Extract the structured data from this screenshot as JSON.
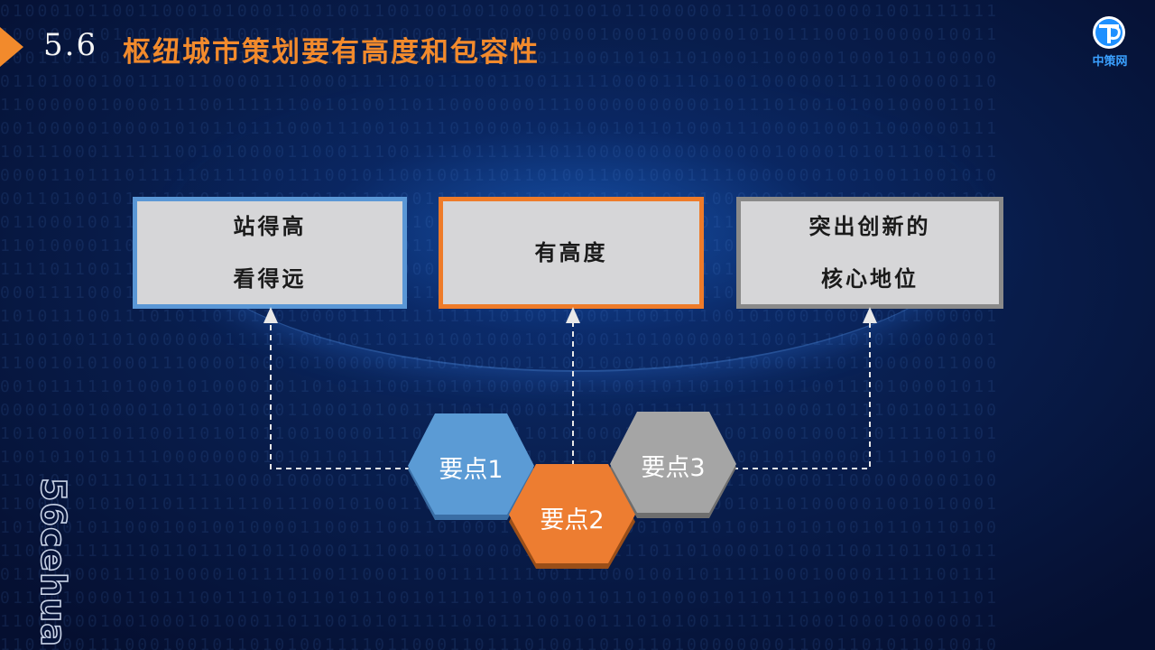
{
  "header": {
    "section_number": "5.6",
    "title": "枢纽城市策划要有高度和包容性"
  },
  "logo": {
    "text": "中策网",
    "color": "#3aa0ff"
  },
  "watermark": {
    "text": "56cehua"
  },
  "boxes": [
    {
      "lines": [
        "站得高",
        "看得远"
      ],
      "border_color": "#5a97d6"
    },
    {
      "lines": [
        "有高度"
      ],
      "border_color": "#ee7b29"
    },
    {
      "lines": [
        "突出创新的",
        "核心地位"
      ],
      "border_color": "#8a8a8a"
    }
  ],
  "points": [
    {
      "label": "要点1",
      "color": "#5b9bd5"
    },
    {
      "label": "要点2",
      "color": "#ed7d31"
    },
    {
      "label": "要点3",
      "color": "#a5a5a5"
    }
  ],
  "colors": {
    "accent": "#f28a2c",
    "background": "#06143a"
  }
}
